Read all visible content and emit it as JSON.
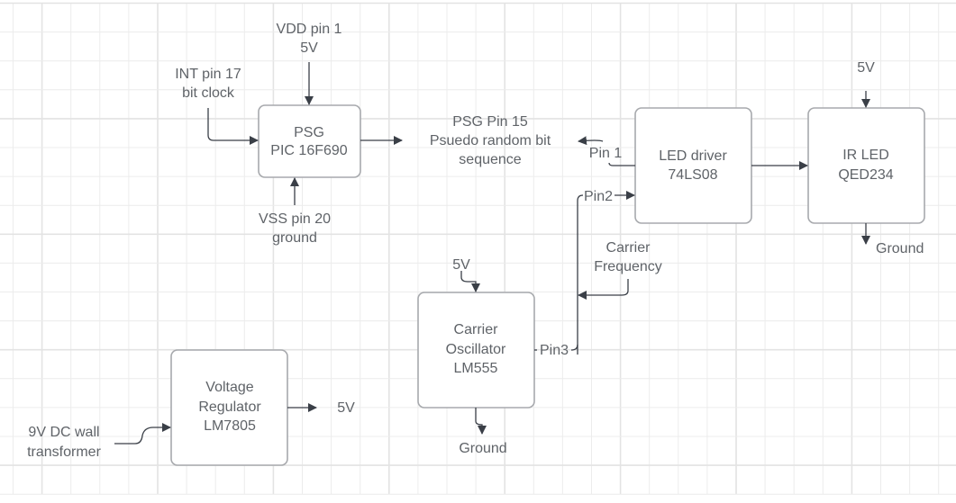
{
  "diagram": {
    "blocks": {
      "psg": {
        "line1": "PSG",
        "line2": "PIC 16F690"
      },
      "led_driver": {
        "line1": "LED driver",
        "line2": "74LS08"
      },
      "ir_led": {
        "line1": "IR LED",
        "line2": "QED234"
      },
      "carrier_osc": {
        "line1": "Carrier",
        "line2": "Oscillator",
        "line3": "LM555"
      },
      "regulator": {
        "line1": "Voltage",
        "line2": "Regulator",
        "line3": "LM7805"
      }
    },
    "labels": {
      "vdd": {
        "line1": "VDD pin 1",
        "line2": "5V"
      },
      "int": {
        "line1": "INT pin 17",
        "line2": "bit clock"
      },
      "vss": {
        "line1": "VSS pin 20",
        "line2": "ground"
      },
      "psg_out": {
        "line1": "PSG Pin 15",
        "line2": "Psuedo random bit",
        "line3": "sequence"
      },
      "pin1": "Pin 1",
      "pin2": "Pin2",
      "pin3": "Pin3",
      "carrier_freq": {
        "line1": "Carrier",
        "line2": "Frequency"
      },
      "ir_5v": "5V",
      "ir_ground": "Ground",
      "osc_5v": "5V",
      "osc_ground": "Ground",
      "reg_in": {
        "line1": "9V DC wall",
        "line2": "transformer"
      },
      "reg_out": "5V"
    }
  }
}
